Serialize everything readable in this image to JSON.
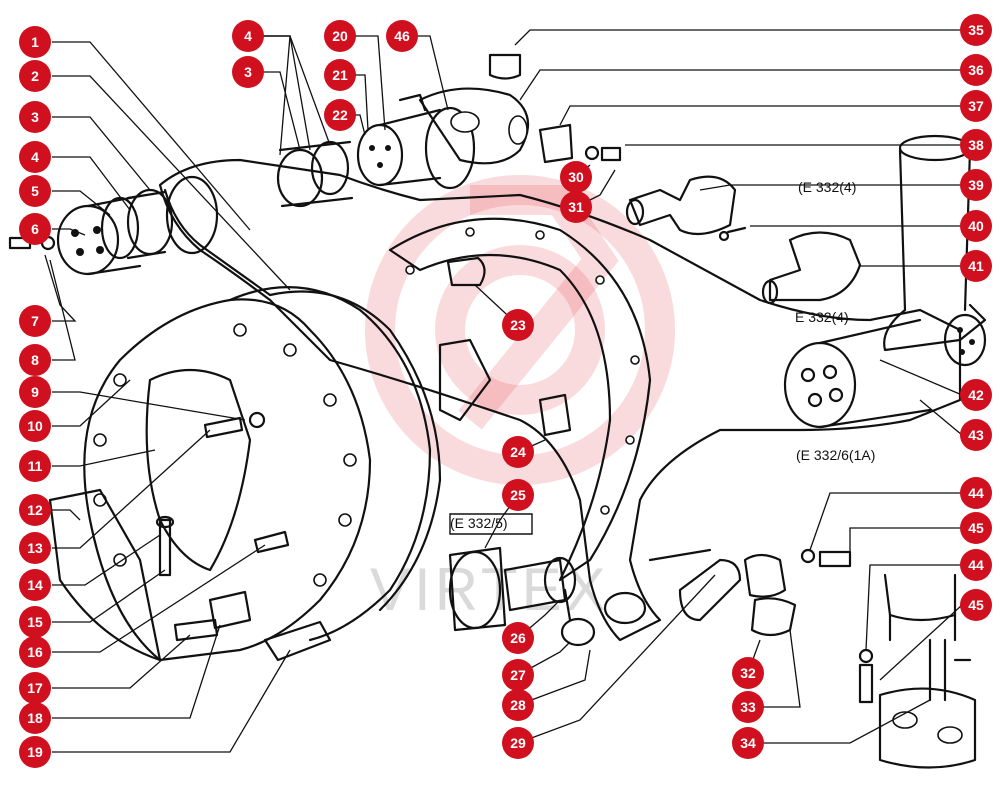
{
  "diagram": {
    "callout_color": "#d0101e",
    "watermark_text": "VIRTEX",
    "reference_labels": [
      "(E 332(4)",
      "E 332(4)",
      "(E 332/6(1A)",
      "(E 332/5)"
    ],
    "callouts": [
      "1",
      "2",
      "3",
      "4",
      "5",
      "6",
      "7",
      "8",
      "9",
      "10",
      "11",
      "12",
      "13",
      "14",
      "15",
      "16",
      "17",
      "18",
      "19",
      "20",
      "21",
      "22",
      "23",
      "24",
      "25",
      "26",
      "27",
      "28",
      "29",
      "30",
      "31",
      "32",
      "33",
      "34",
      "35",
      "36",
      "37",
      "38",
      "39",
      "40",
      "41",
      "42",
      "43",
      "44",
      "45",
      "46",
      "3",
      "4",
      "44",
      "45"
    ]
  }
}
